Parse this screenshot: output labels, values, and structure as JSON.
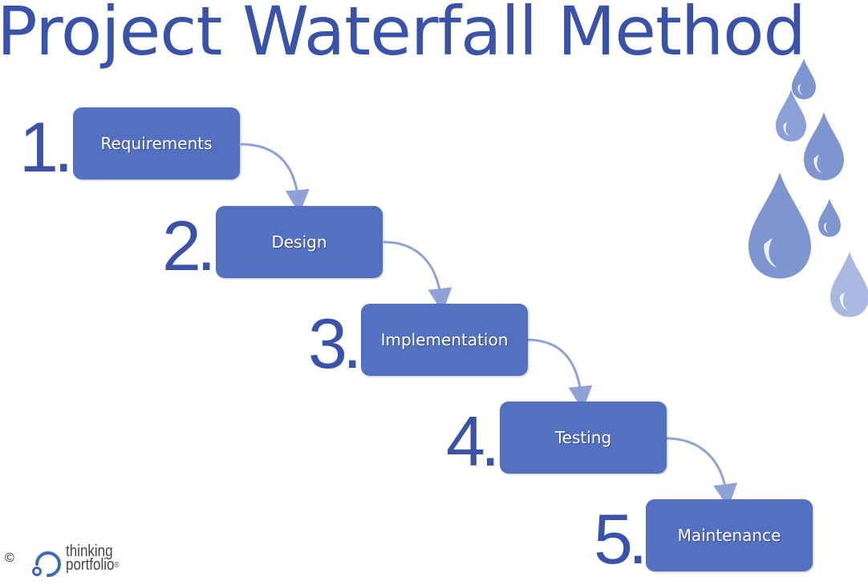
{
  "title": "Project Waterfall Method",
  "steps": [
    {
      "number": "1.",
      "label": "Requirements"
    },
    {
      "number": "2.",
      "label": "Design"
    },
    {
      "number": "3.",
      "label": "Implementation"
    },
    {
      "number": "4.",
      "label": "Testing"
    },
    {
      "number": "5.",
      "label": "Maintenance"
    }
  ],
  "footer": {
    "copyright": "©",
    "logo_line1": "thinking",
    "logo_line2": "portfolio",
    "registered": "®"
  },
  "colors": {
    "title": "#3a53a8",
    "box": "#5470c0",
    "arrow": "#8ea2d8",
    "drop": "#7f95cf"
  }
}
